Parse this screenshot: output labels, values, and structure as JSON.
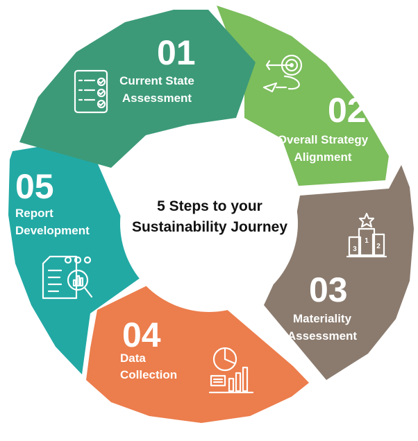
{
  "center": {
    "line1": "5 Steps to your",
    "line2": "Sustainability Journey"
  },
  "steps": [
    {
      "number": "01",
      "label_line1": "Current State",
      "label_line2": "Assessment",
      "color": "#3c9a78",
      "icon": "checklist-icon"
    },
    {
      "number": "02",
      "label_line1": "Overall Strategy",
      "label_line2": "Alignment",
      "color": "#7cbd5c",
      "icon": "target-icon"
    },
    {
      "number": "03",
      "label_line1": "Materiality",
      "label_line2": "Assessment",
      "color": "#8b7b6e",
      "icon": "podium-icon"
    },
    {
      "number": "04",
      "label_line1": "Data",
      "label_line2": "Collection",
      "color": "#ec7d4c",
      "icon": "analytics-icon"
    },
    {
      "number": "05",
      "label_line1": "Report",
      "label_line2": "Development",
      "color": "#22a9a4",
      "icon": "report-icon"
    }
  ],
  "icon_text": {
    "podium_first": "1",
    "podium_second": "2",
    "podium_third": "3"
  }
}
